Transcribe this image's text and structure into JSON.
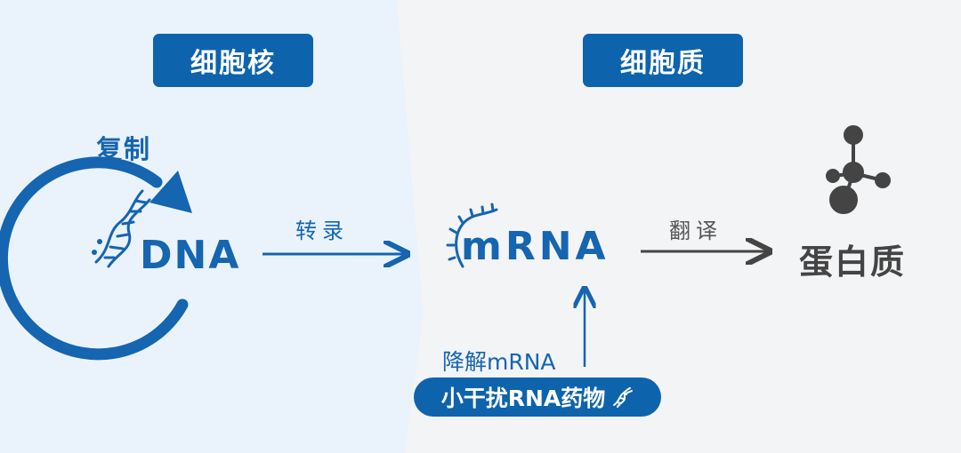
{
  "regions": {
    "nucleus_label": "细胞核",
    "cytoplasm_label": "细胞质"
  },
  "nucleus": {
    "replication_label": "复制",
    "dna_label": "DNA"
  },
  "flow": {
    "transcription_label": "转录",
    "mrna_label": "mRNA",
    "translation_label": "翻译",
    "protein_label": "蛋白质"
  },
  "intervention": {
    "degrade_label": "降解mRNA",
    "drug_label": "小干扰RNA药物"
  },
  "colors": {
    "primary_blue": "#0e63ad",
    "text_blue": "#1565b0",
    "gray": "#444444",
    "nucleus_bg": "#eaf3fb",
    "cytoplasm_bg": "#f3f4f6"
  },
  "icons": [
    "dna-helix-icon",
    "mrna-strand-icon",
    "molecule-icon",
    "replication-cycle-icon"
  ]
}
